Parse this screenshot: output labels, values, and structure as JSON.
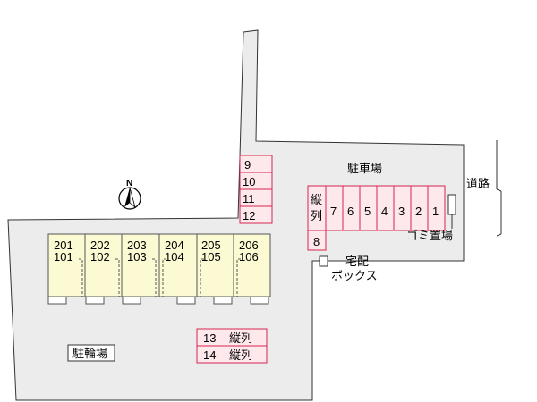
{
  "compass": {
    "label": "N"
  },
  "parking": {
    "title": "駐車場",
    "row_spaces": [
      "7",
      "6",
      "5",
      "4",
      "3",
      "2",
      "1"
    ],
    "tate_label": "縦列",
    "tate_chars": [
      "縦",
      "列"
    ],
    "tate_number": "8",
    "left_column": [
      "9",
      "10",
      "11",
      "12"
    ],
    "bottom_spaces": [
      {
        "number": "13",
        "note": "縦列"
      },
      {
        "number": "14",
        "note": "縦列"
      }
    ]
  },
  "building": {
    "units": [
      {
        "upper": "201",
        "lower": "101"
      },
      {
        "upper": "202",
        "lower": "102"
      },
      {
        "upper": "203",
        "lower": "103"
      },
      {
        "upper": "204",
        "lower": "104"
      },
      {
        "upper": "205",
        "lower": "105"
      },
      {
        "upper": "206",
        "lower": "106"
      }
    ]
  },
  "labels": {
    "road": "道路",
    "garbage": "ゴミ置場",
    "delivery_line1": "宅配",
    "delivery_line2": "ボックス",
    "bicycle": "駐輪場"
  },
  "colors": {
    "lot": "#ececec",
    "outline": "#333333",
    "parking_fill": "#fde8ec",
    "parking_line": "#d6264f",
    "building_fill": "#fcfad2",
    "building_line": "#555555"
  }
}
